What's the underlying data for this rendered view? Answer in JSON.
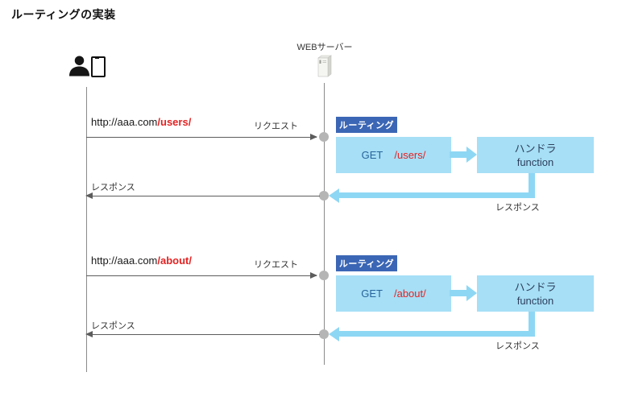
{
  "title": "ルーティングの実装",
  "server": {
    "label": "WEBサーバー"
  },
  "flows": [
    {
      "url_base": "http://aaa.com",
      "url_path": "/users/",
      "request_label": "リクエスト",
      "routing_label": "ルーティング",
      "method": "GET",
      "route_path": "/users/",
      "handler_title": "ハンドラ",
      "handler_subtitle": "function",
      "response_label_client": "レスポンス",
      "response_label_server": "レスポンス"
    },
    {
      "url_base": "http://aaa.com",
      "url_path": "/about/",
      "request_label": "リクエスト",
      "routing_label": "ルーティング",
      "method": "GET",
      "route_path": "/about/",
      "handler_title": "ハンドラ",
      "handler_subtitle": "function",
      "response_label_client": "レスポンス",
      "response_label_server": "レスポンス"
    }
  ],
  "colors": {
    "badge": "#3b66b5",
    "box": "#a6dff6",
    "arrow": "#8ed7f4",
    "path_red": "#e42222",
    "method_blue": "#28649c"
  }
}
